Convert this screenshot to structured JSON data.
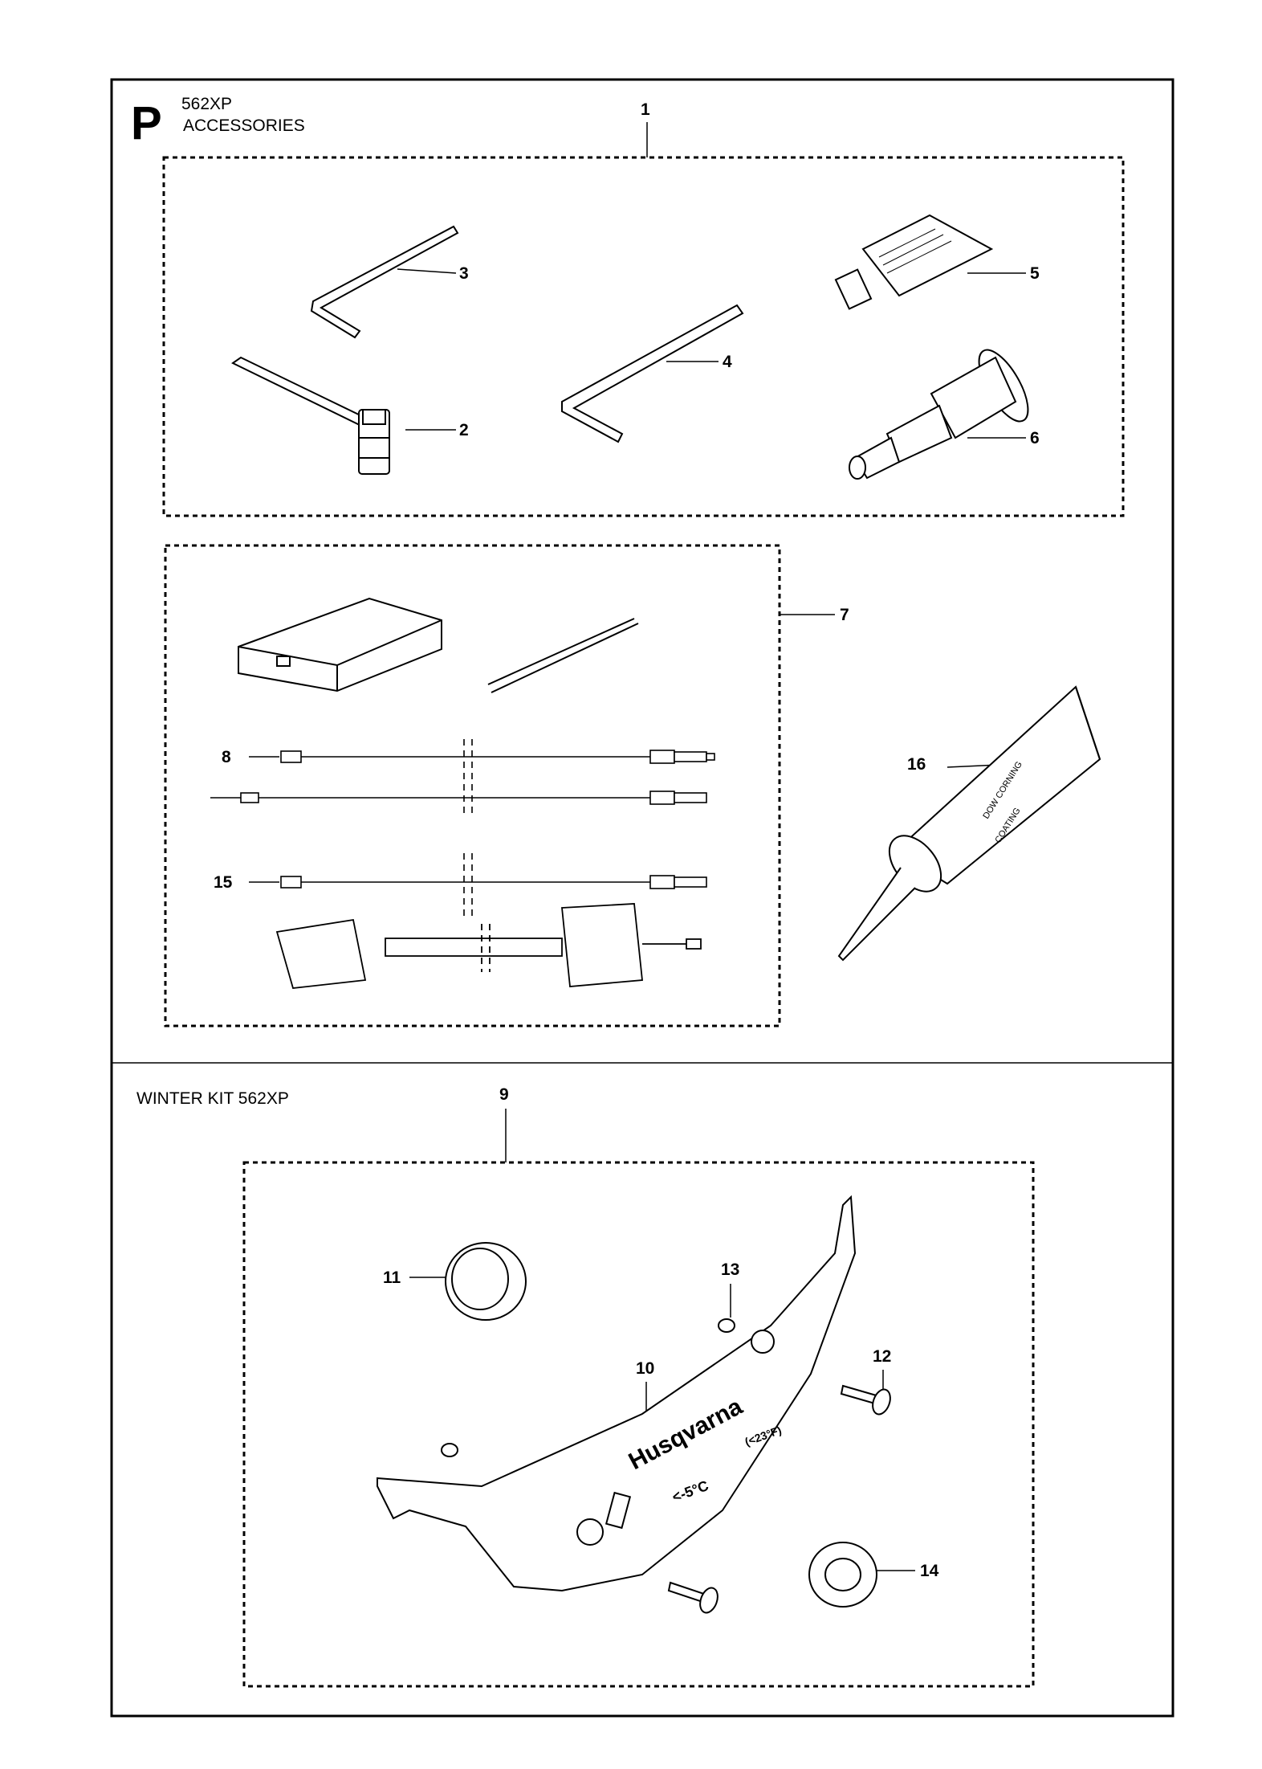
{
  "page": {
    "letter": "P",
    "model": "562XP",
    "section": "ACCESSORIES",
    "winter_title": "WINTER KIT 562XP"
  },
  "callouts": {
    "c1": "1",
    "c2": "2",
    "c3": "3",
    "c4": "4",
    "c5": "5",
    "c6": "6",
    "c7": "7",
    "c8": "8",
    "c9": "9",
    "c10": "10",
    "c11": "11",
    "c12": "12",
    "c13": "13",
    "c14": "14",
    "c15": "15",
    "c16": "16"
  },
  "part_text": {
    "tube_brand": "DOW CORNING",
    "tube_product": "COATING",
    "plate_brand": "Husqvarna",
    "plate_temp": "<-5°C",
    "plate_temp_f": "(<23°F)"
  },
  "icons": [
    "hex-key-small-icon",
    "hex-key-large-icon",
    "spark-plug-wrench-icon",
    "grease-tube-icon",
    "bearing-tool-icon",
    "controller-box-icon",
    "tweezers-icon",
    "cable-icon",
    "wiring-harness-icon",
    "sealant-tube-icon",
    "cover-plug-icon",
    "screw-icon",
    "o-ring-icon",
    "grommet-icon",
    "winter-cover-plate-icon"
  ]
}
